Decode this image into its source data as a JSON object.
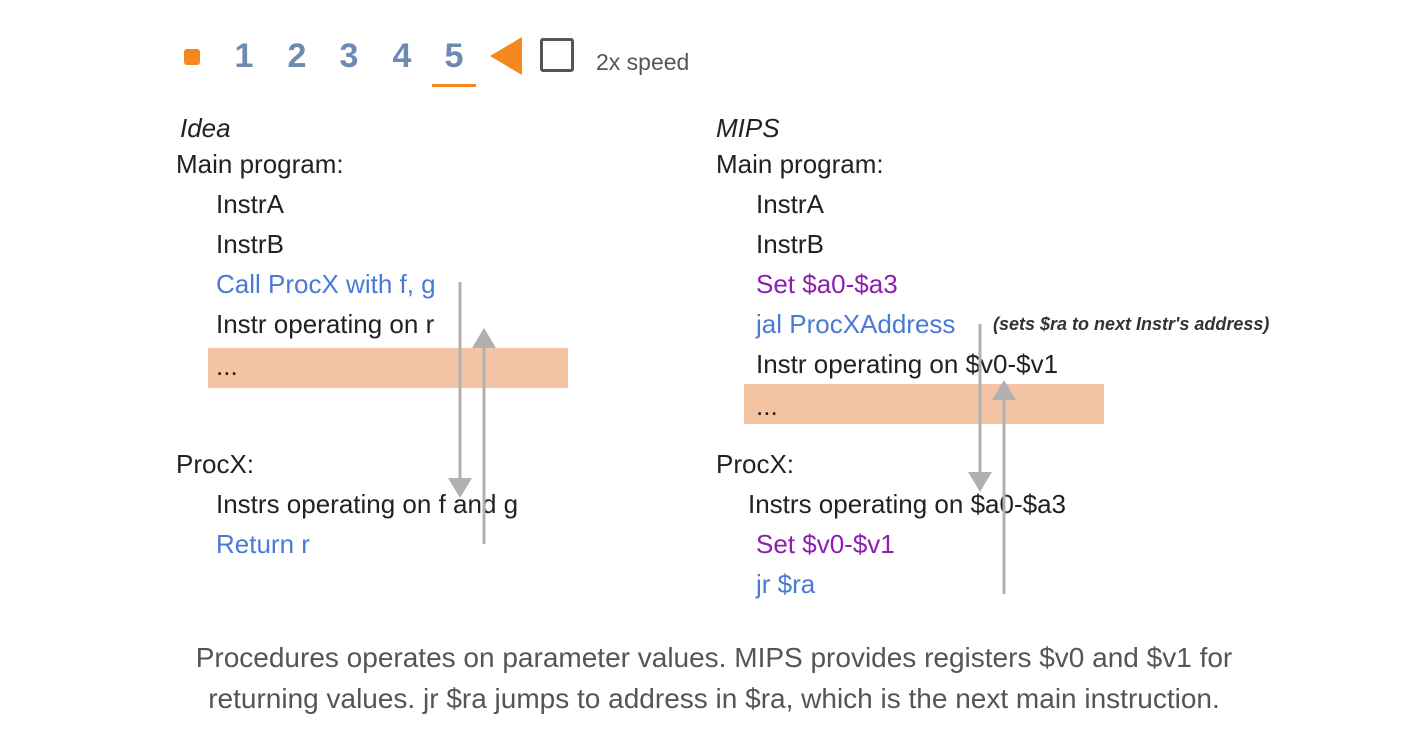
{
  "toolbar": {
    "steps": [
      "1",
      "2",
      "3",
      "4",
      "5"
    ],
    "active_step": "5",
    "speed_label": "2x speed",
    "speed_checked": false
  },
  "colors": {
    "accent": "#f4871f",
    "step_text": "#6c8ab2",
    "blue_code": "#4a7ad6",
    "purple_code": "#8a1fb0",
    "highlight": "#f4c3a3",
    "arrow": "#b0b0b0"
  },
  "idea": {
    "heading": "Idea",
    "main_label": "Main program:",
    "instr_a": "InstrA",
    "instr_b": "InstrB",
    "call": "Call ProcX with f, g",
    "instr_r": "Instr operating on r",
    "ellipsis": "...",
    "proc_label": "ProcX:",
    "proc_instrs": "Instrs operating on f and g",
    "ret": "Return r"
  },
  "mips": {
    "heading": "MIPS",
    "main_label": "Main program:",
    "instr_a": "InstrA",
    "instr_b": "InstrB",
    "set_args": "Set $a0-$a3",
    "jal": "jal ProcXAddress",
    "jal_note": "(sets $ra to next Instr's address)",
    "instr_v": "Instr operating on $v0-$v1",
    "ellipsis": "...",
    "proc_label": "ProcX:",
    "proc_instrs": "Instrs operating on $a0-$a3",
    "set_ret": "Set $v0-$v1",
    "jr": "jr $ra"
  },
  "caption": {
    "line1": "Procedures operates on parameter values. MIPS provides registers $v0 and $v1 for",
    "line2": "returning values. jr $ra jumps to address in $ra, which is the next main instruction."
  }
}
